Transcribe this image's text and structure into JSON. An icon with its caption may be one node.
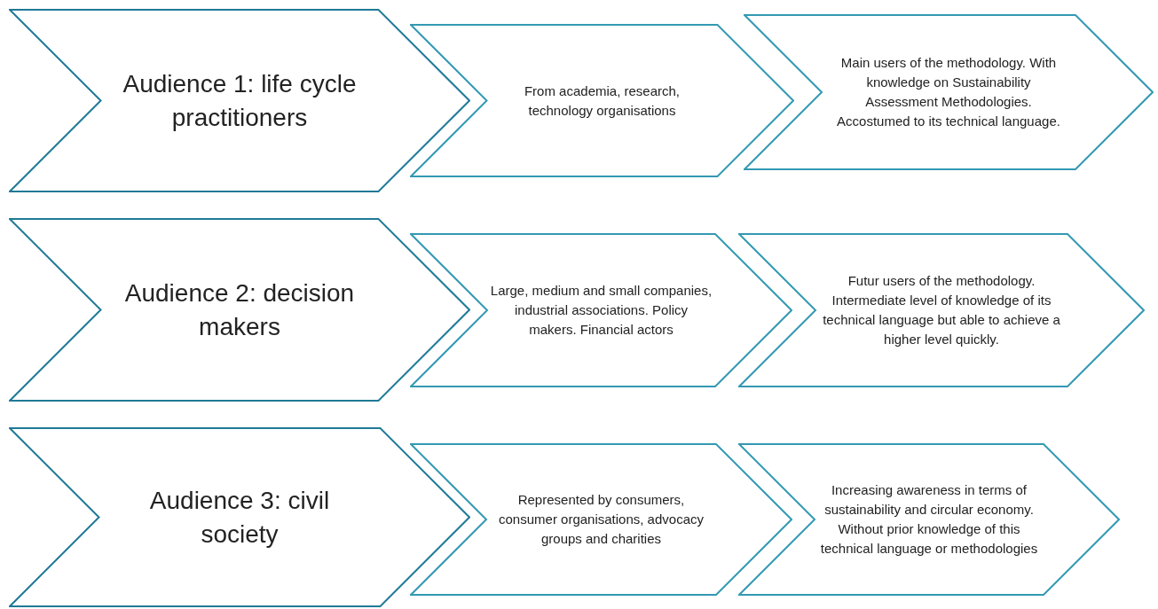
{
  "diagram": {
    "nodes": [
      {
        "text": [
          "Audience 1: life cycle practitioners"
        ]
      },
      {
        "text": [
          "From academia, research, technology organisations"
        ]
      },
      {
        "text": [
          "Main users of the methodology. With knowledge on Sustainability Assessment Methodologies. Accostumed to its technical language."
        ]
      },
      {
        "text": [
          "Audience 2: decision makers"
        ]
      },
      {
        "text": [
          "Large, medium and small companies, industrial associations. Policy makers. Financial actors"
        ]
      },
      {
        "text": [
          "Futur users of the methodology. Intermediate level of knowledge of its technical language but able to achieve a higher level quickly."
        ]
      },
      {
        "text": [
          "Audience 3: civil society"
        ]
      },
      {
        "text": [
          "Represented by consumers, consumer organisations, advocacy groups and charities"
        ]
      },
      {
        "text": [
          "Increasing awareness in terms of sustainability and circular economy. Without prior knowledge of this technical language or methodologies"
        ]
      }
    ]
  }
}
